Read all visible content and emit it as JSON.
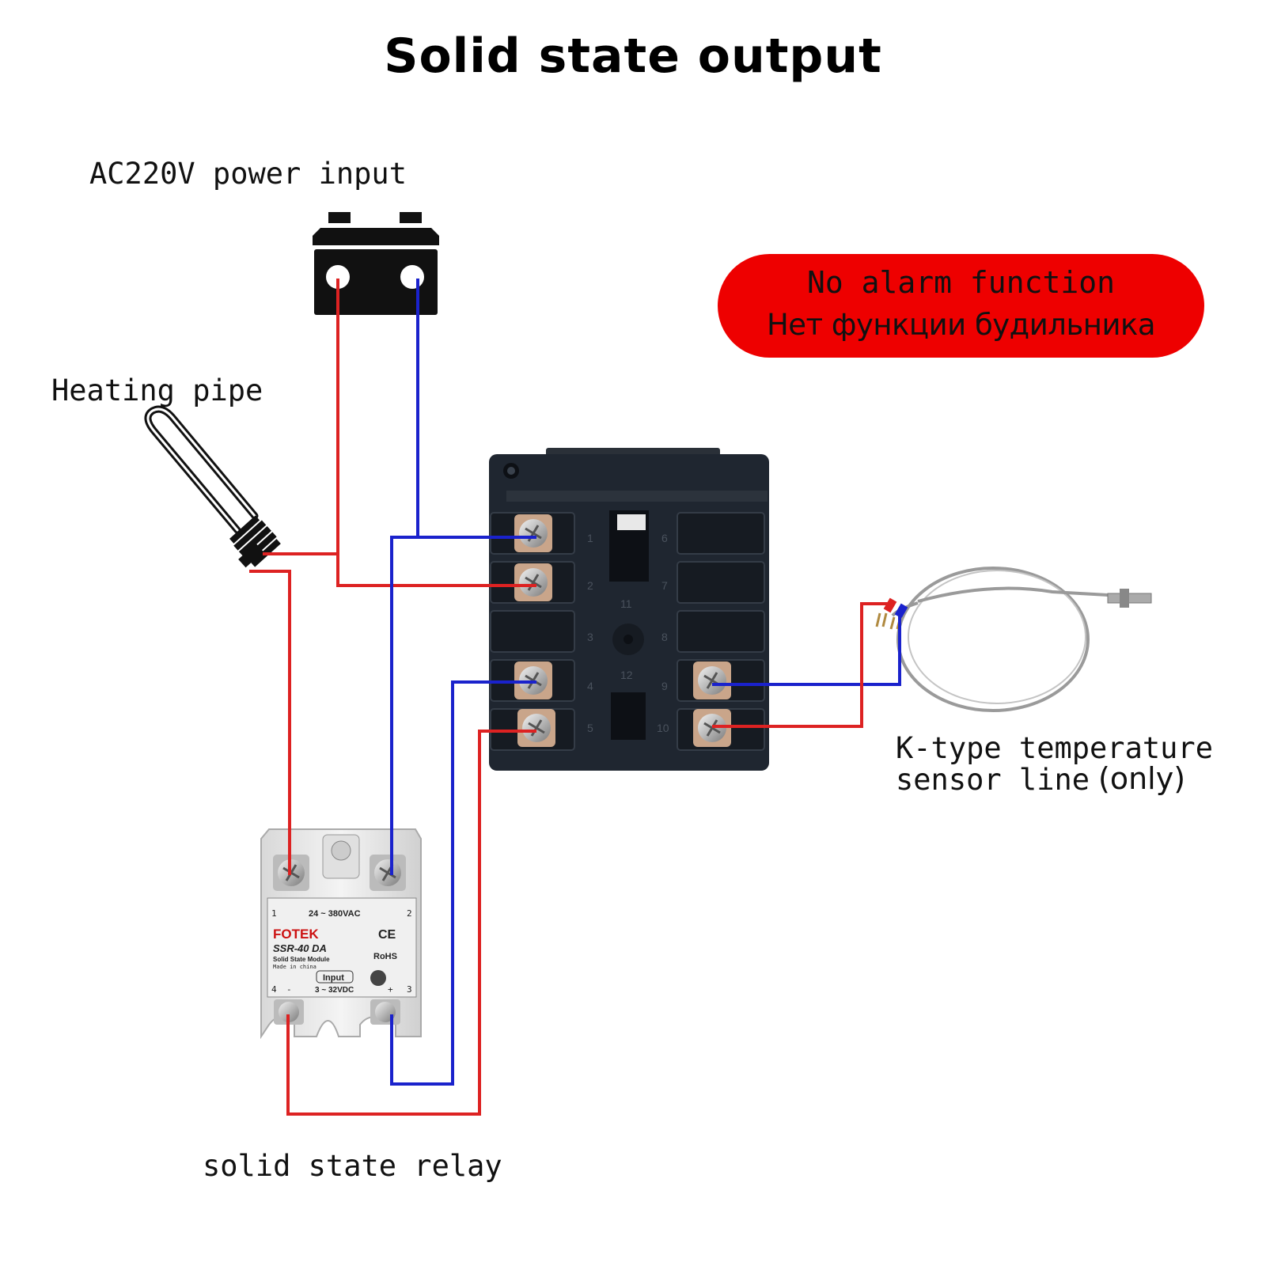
{
  "title": "Solid state output",
  "labels": {
    "power_input": "AC220V power input",
    "heating_pipe": "Heating pipe",
    "sensor_line1": "K-type temperature",
    "sensor_line2": "sensor line",
    "sensor_only": "(only)",
    "relay": "solid state relay"
  },
  "badge": {
    "line1": "No alarm function",
    "line2": "Нет функции будильника"
  },
  "controller_terminals": {
    "left": [
      "1",
      "2",
      "3",
      "4",
      "5"
    ],
    "right": [
      "6",
      "7",
      "8",
      "9",
      "10"
    ],
    "center": [
      "11",
      "12"
    ]
  },
  "relay_markings": {
    "brand": "FOTEK",
    "model": "SSR-40 DA",
    "type": "Solid State Module",
    "made": "Made in china",
    "load_range": "24 ~ 380VAC",
    "input": "Input",
    "input_range": "3 ~ 32VDC",
    "ce": "CE",
    "rohs": "RoHS",
    "t1": "1",
    "t2": "2",
    "t3": "3",
    "t4": "4",
    "minus": "-",
    "plus": "+"
  },
  "colors": {
    "wire_red": "#dd2222",
    "wire_blue": "#1a22cc",
    "badge": "#ee0000",
    "controller": "#1f2630"
  }
}
